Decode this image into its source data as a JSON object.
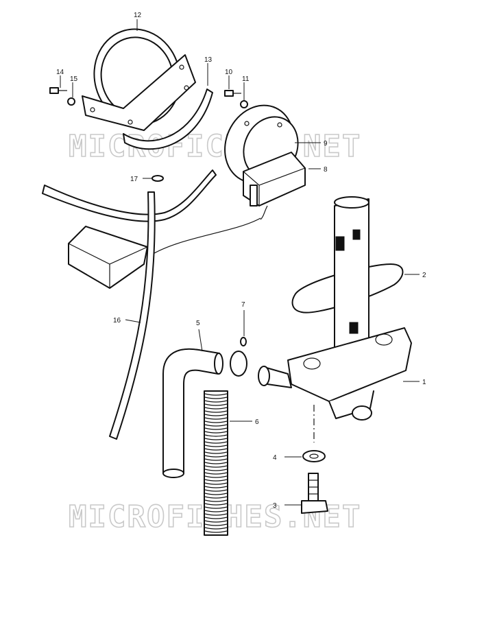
{
  "watermark": {
    "text": "MICROFICHES.NET",
    "color": "#c9c9c9"
  },
  "callouts": {
    "c1": "1",
    "c2": "2",
    "c3": "3",
    "c4": "4",
    "c5": "5",
    "c6": "6",
    "c7": "7",
    "c8": "8",
    "c9": "9",
    "c10": "10",
    "c11": "11",
    "c12": "12",
    "c13": "13",
    "c14": "14",
    "c15": "15",
    "c16": "16",
    "c17": "17"
  },
  "colors": {
    "line": "#111111",
    "background": "#ffffff"
  }
}
